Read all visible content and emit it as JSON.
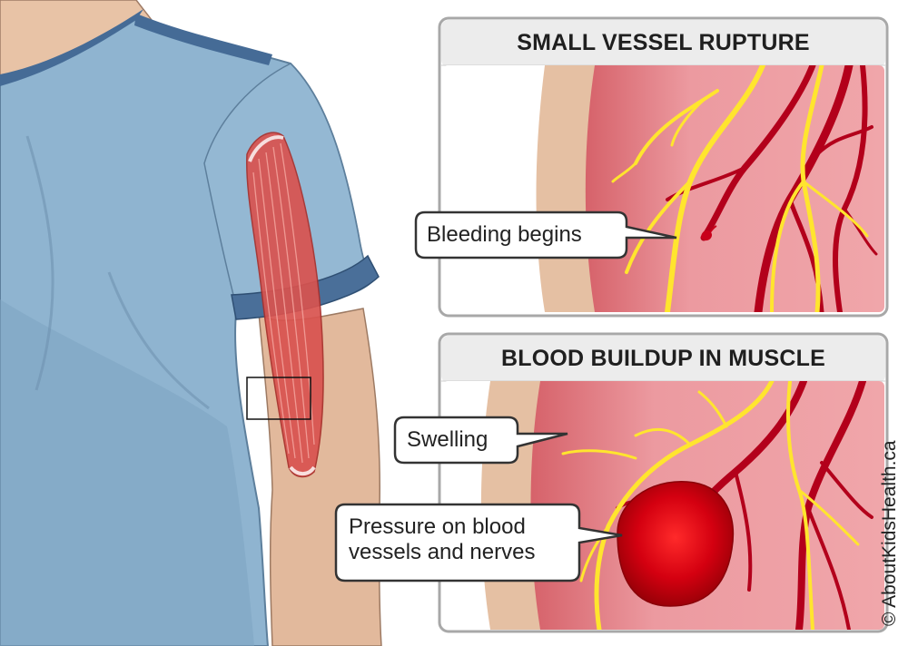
{
  "panels": [
    {
      "title": "SMALL VESSEL RUPTURE"
    },
    {
      "title": "BLOOD BUILDUP IN MUSCLE"
    }
  ],
  "callouts": {
    "bleeding": "Bleeding begins",
    "swelling": "Swelling",
    "pressure_line1": "Pressure on blood",
    "pressure_line2": "vessels and nerves"
  },
  "credit": "© AboutKidsHealth.ca",
  "colors": {
    "shirt": "#8fb4d0",
    "shirt_trim": "#456b96",
    "skin": "#e2b99c",
    "muscle": "#d9534f",
    "vessel": "#b3001b",
    "nerve": "#ffe52e",
    "tissue": "#e9969a",
    "panel_header": "#ececec"
  }
}
